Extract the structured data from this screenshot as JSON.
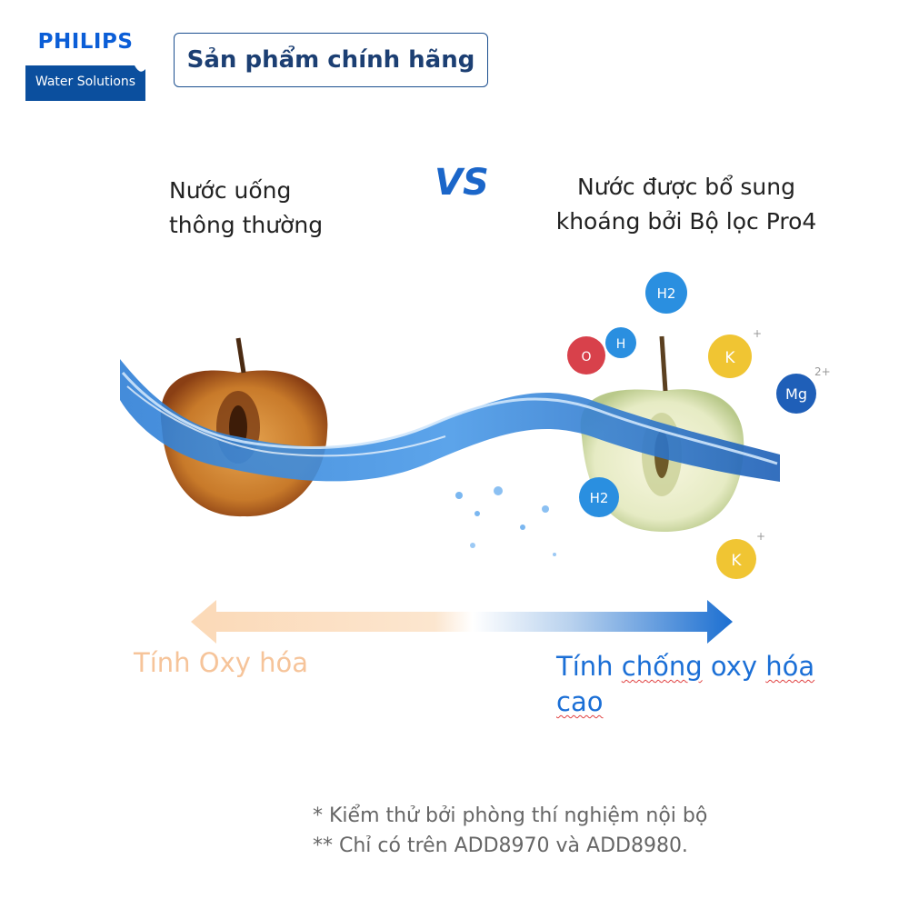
{
  "logo": {
    "brand": "PHILIPS",
    "sub": "Water Solutions"
  },
  "badge": {
    "label": "Sản phẩm chính hãng"
  },
  "comparison": {
    "left_title_line1": "Nước uống",
    "left_title_line2": "thông thường",
    "vs": "VS",
    "right_title_line1": "Nước được bổ sung",
    "right_title_line2": "khoáng bởi Bộ lọc Pro4"
  },
  "molecules": [
    {
      "symbol": "H2",
      "charge": "",
      "color": "#2a8fe0"
    },
    {
      "symbol": "O",
      "charge": "",
      "color": "#d8414b"
    },
    {
      "symbol": "H",
      "charge": "",
      "color": "#2a8fe0"
    },
    {
      "symbol": "K",
      "charge": "+",
      "color": "#f0c533"
    },
    {
      "symbol": "Mg",
      "charge": "2+",
      "color": "#1f5fb8"
    },
    {
      "symbol": "H2",
      "charge": "",
      "color": "#2a8fe0"
    },
    {
      "symbol": "K",
      "charge": "+",
      "color": "#f0c533"
    }
  ],
  "scale": {
    "left_label": "Tính Oxy hóa",
    "right_label_word1": "Tính",
    "right_label_word2": "chống",
    "right_label_word3": "oxy",
    "right_label_word4": "hóa",
    "right_label_word5": "cao"
  },
  "footnotes": {
    "line1": "* Kiểm thử bởi phòng thí nghiệm nội bộ",
    "line2": "** Chỉ có trên ADD8970 và ADD8980."
  },
  "colors": {
    "brand_blue": "#0b4f9e",
    "oxidation_orange": "#f6c49a",
    "antioxidant_blue": "#1b6fd6"
  }
}
